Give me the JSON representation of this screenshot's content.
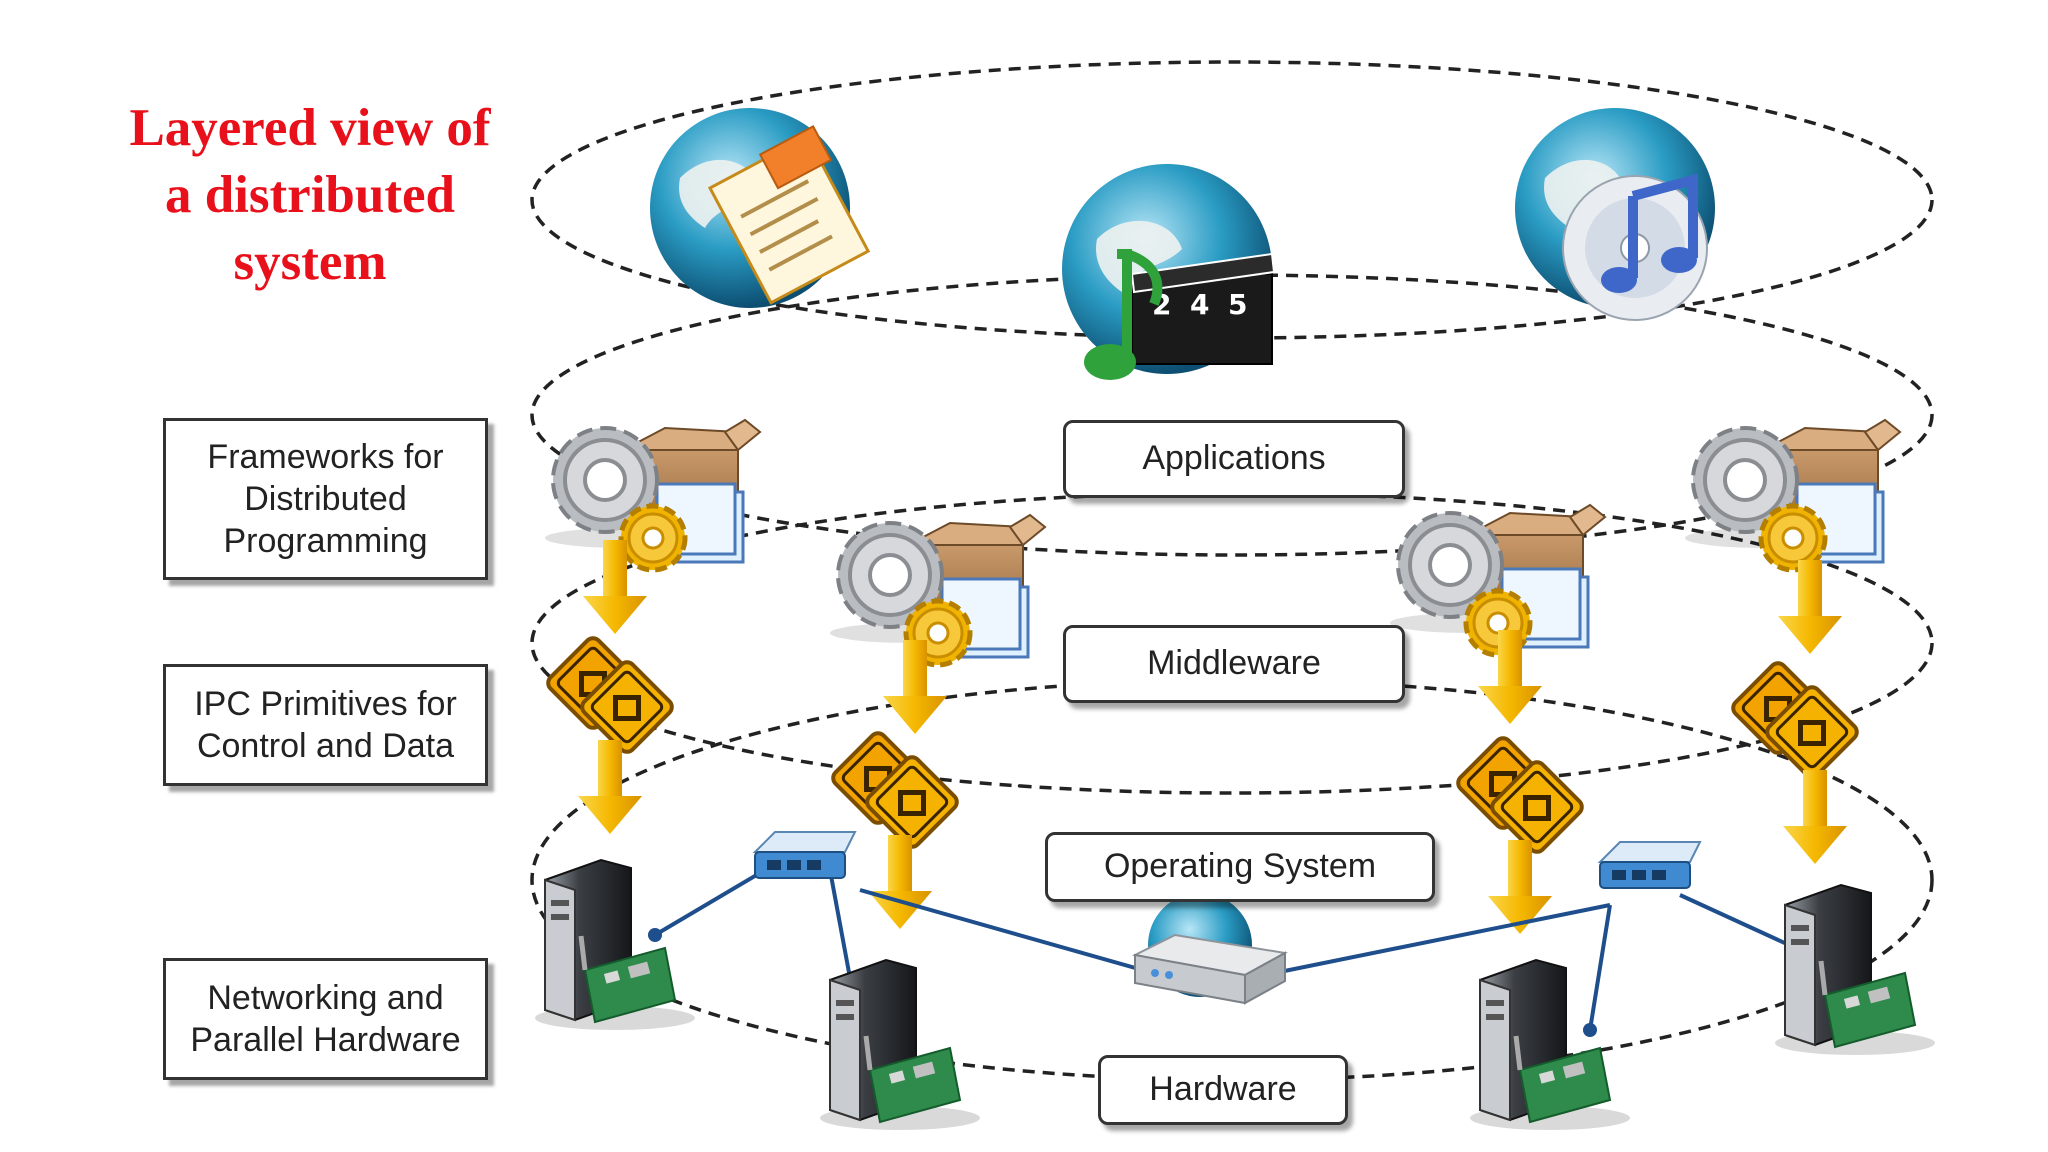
{
  "title_lines": [
    "Layered view of",
    "a distributed",
    "system"
  ],
  "side_boxes": {
    "frameworks": [
      "Frameworks for",
      "Distributed",
      "Programming"
    ],
    "ipc": [
      "IPC Primitives for",
      "Control and Data"
    ],
    "networking": [
      "Networking and",
      "Parallel Hardware"
    ]
  },
  "layers": {
    "applications": "Applications",
    "middleware": "Middleware",
    "operating_system": "Operating System",
    "hardware": "Hardware"
  },
  "icons": {
    "applications": [
      "globe-document-icon",
      "globe-video-music-icon",
      "globe-music-cd-icon"
    ],
    "middleware": "gear-box-icon",
    "ipc": "ipc-sign-icon",
    "hardware": [
      "server-tower-icon",
      "network-switch-icon",
      "router-icon"
    ],
    "flow": "down-arrow-icon"
  },
  "colors": {
    "title": "#e8101a",
    "arrow": "#f5c518",
    "link": "#1f4e8c",
    "ellipse": "#222222"
  }
}
